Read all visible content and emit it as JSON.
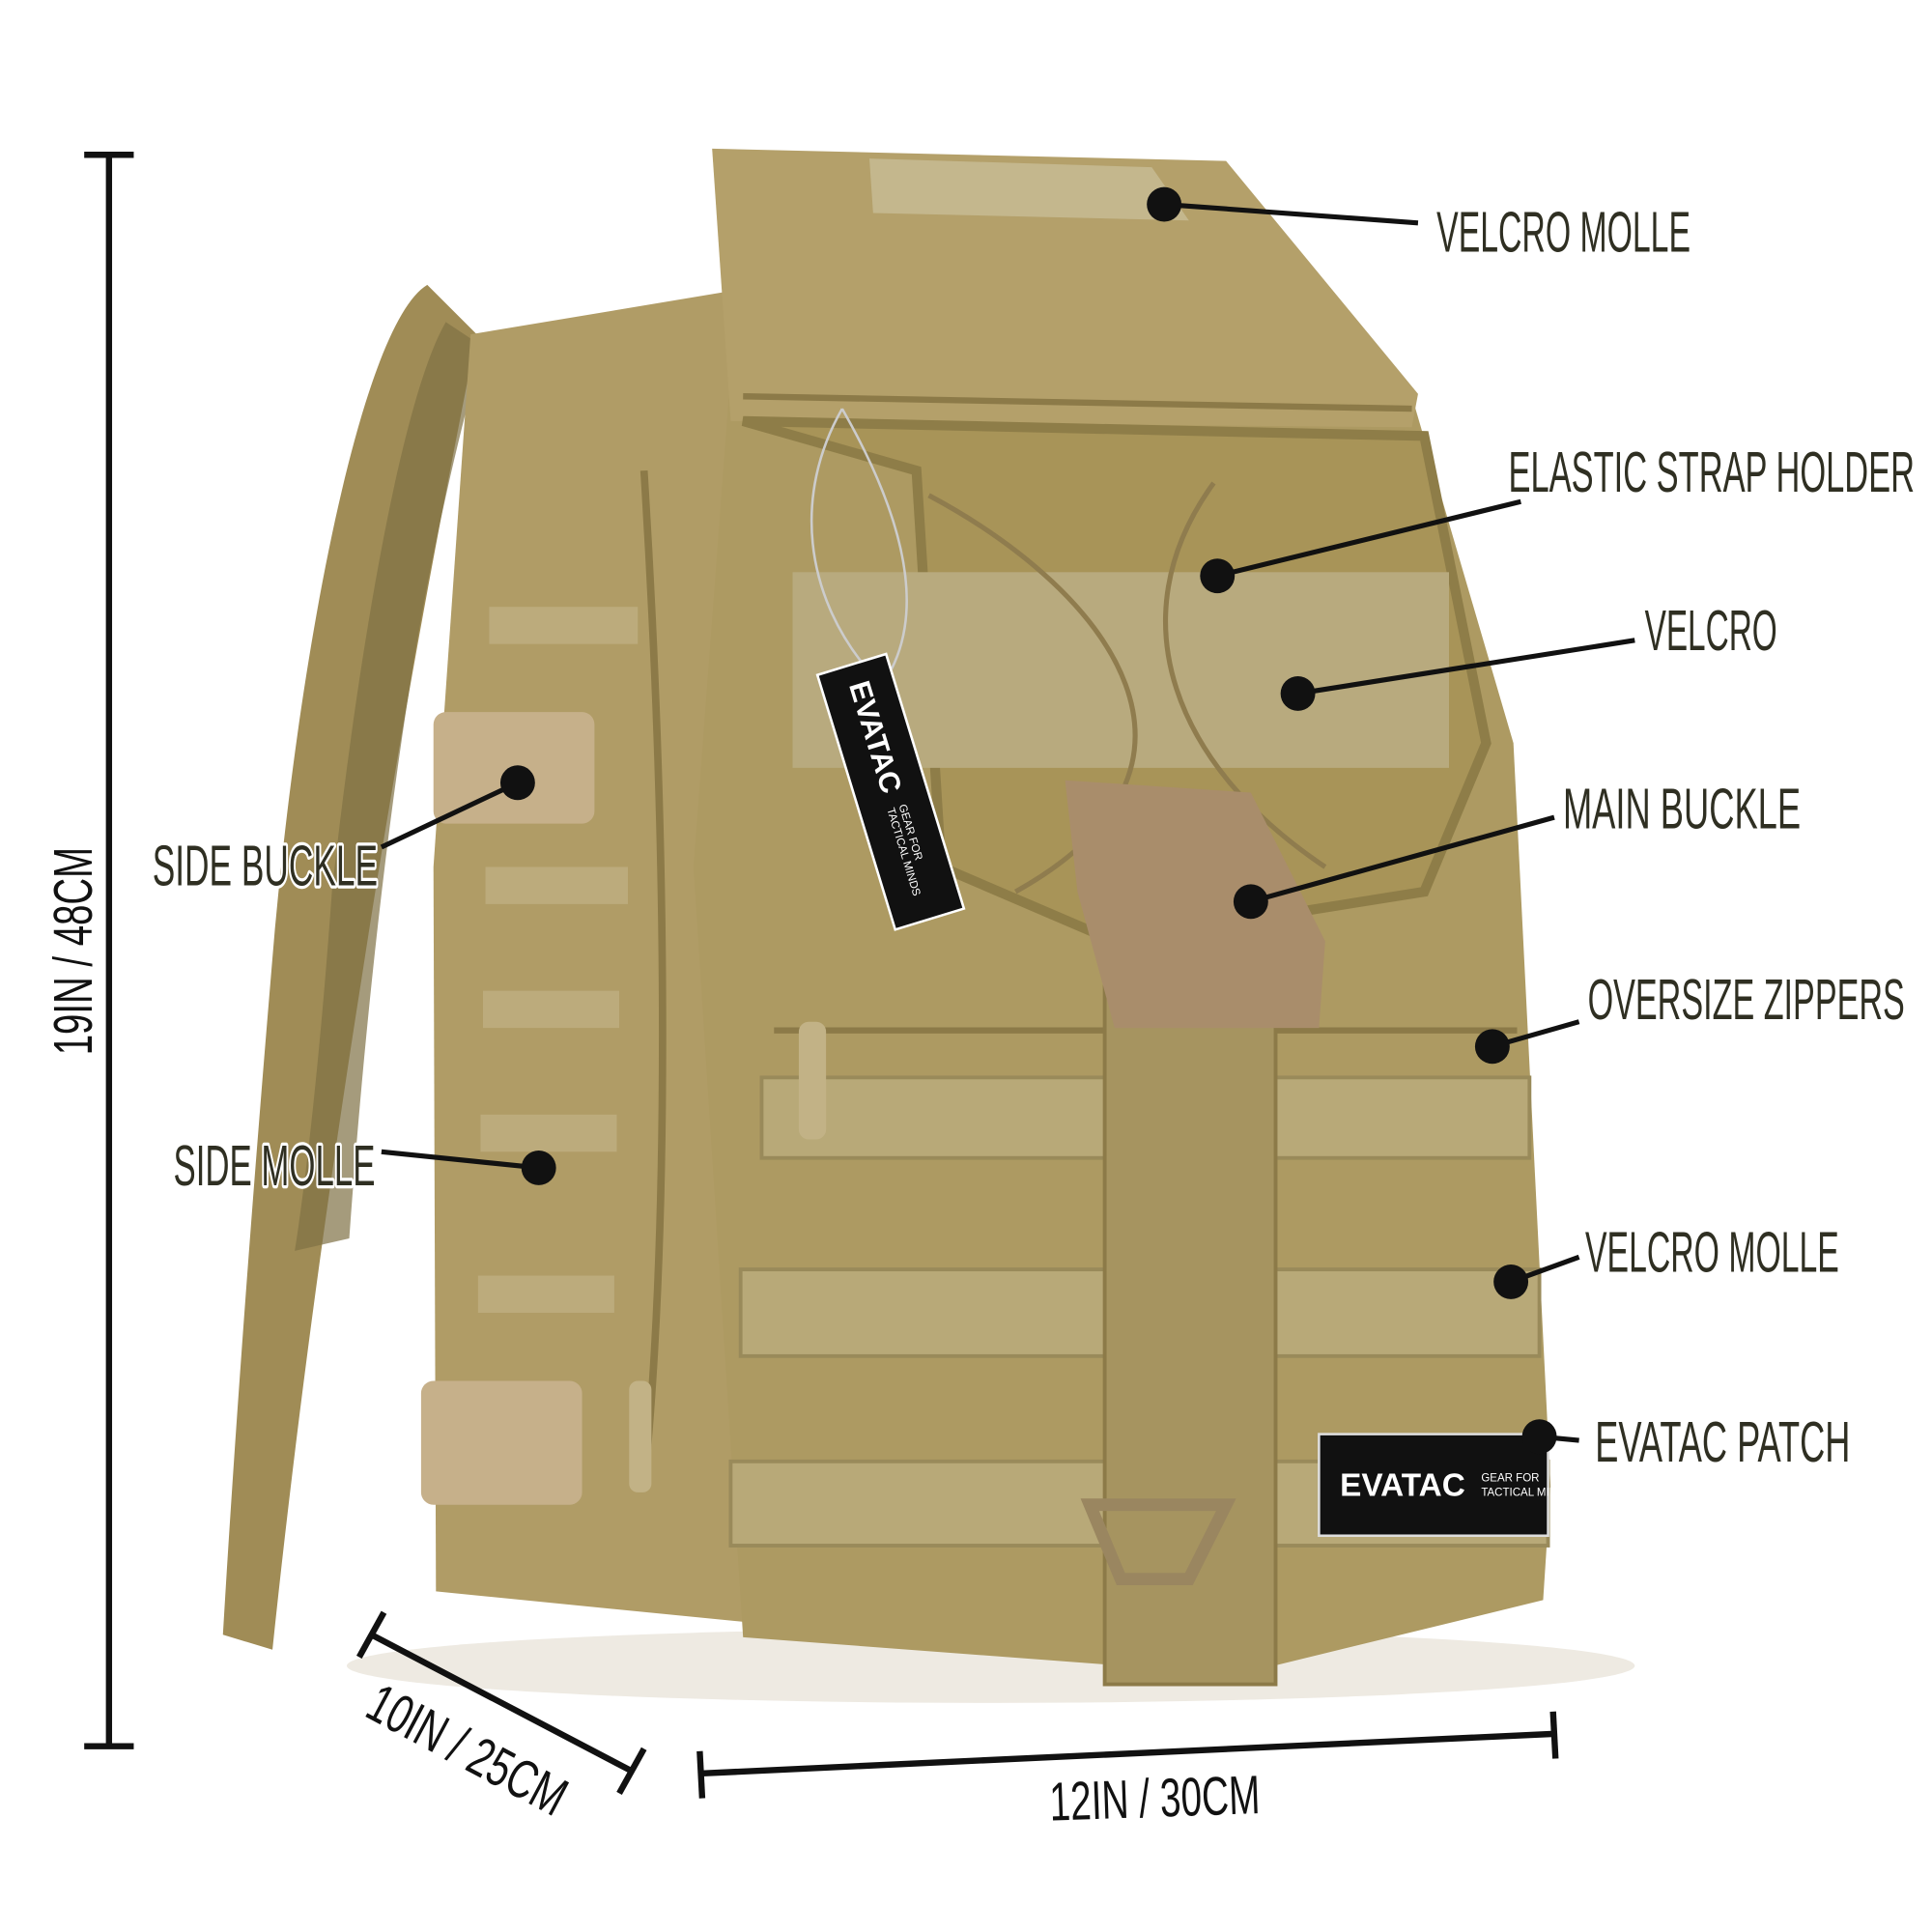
{
  "callouts": {
    "velcro_molle_top": "VELCRO MOLLE",
    "elastic_strap_holder": "ELASTIC STRAP HOLDER",
    "velcro": "VELCRO",
    "main_buckle": "MAIN BUCKLE",
    "oversize_zippers": "OVERSIZE ZIPPERS",
    "velcro_molle_front": "VELCRO MOLLE",
    "evatac_patch": "EVATAC PATCH",
    "side_buckle": "SIDE BUCKLE",
    "side_molle": "SIDE MOLLE"
  },
  "dimensions": {
    "height": "19IN / 48CM",
    "depth": "10IN / 25CM",
    "width": "12IN / 30CM"
  },
  "logos": {
    "tag_brand": "EVATAC",
    "tag_slogan_1": "GEAR FOR",
    "tag_slogan_2": "TACTICAL MINDS",
    "patch_brand": "EVATAC",
    "patch_slogan_1": "GEAR FOR",
    "patch_slogan_2": "TACTICAL MINDS"
  },
  "colors": {
    "fabric": "#ad9a62",
    "label_text": "#2f2f22"
  }
}
